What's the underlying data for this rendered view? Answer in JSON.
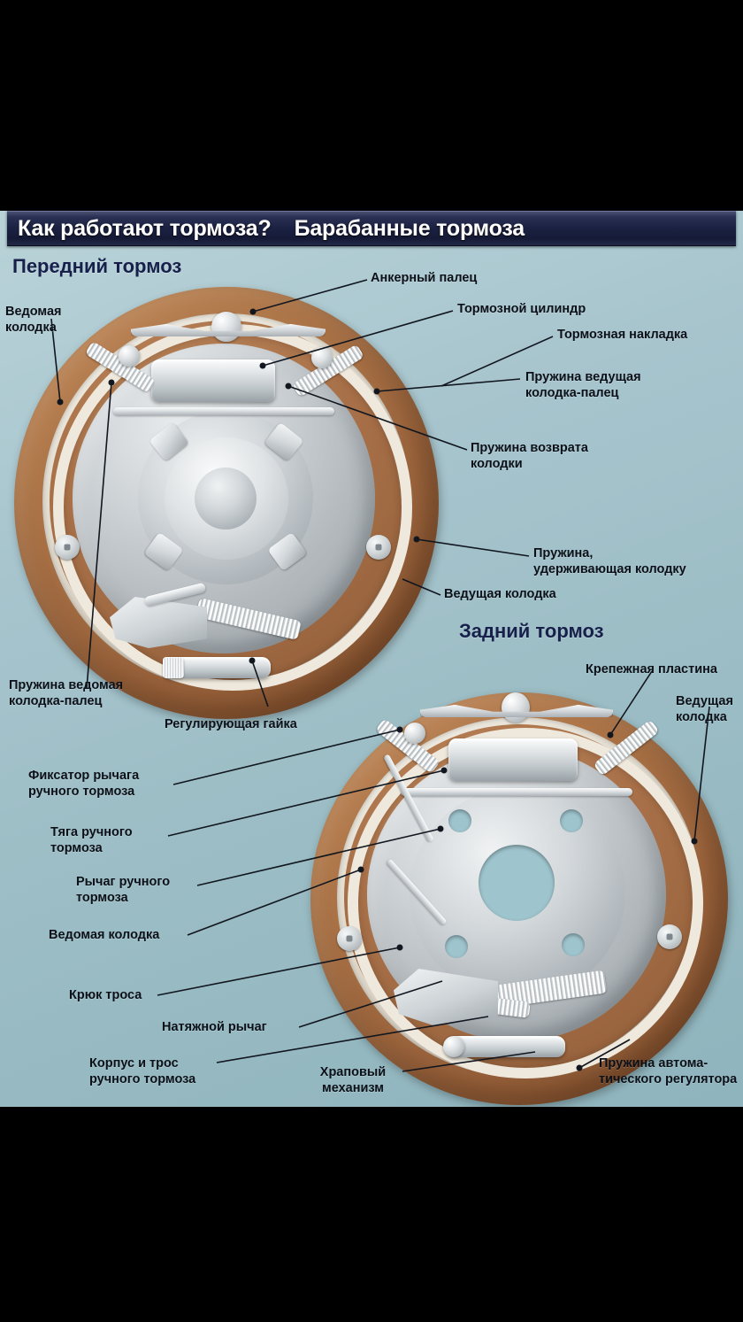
{
  "title_bar": {
    "question": "Как работают тормоза?",
    "subject": "Барабанные тормоза"
  },
  "sections": {
    "front": {
      "heading": "Передний тормоз"
    },
    "rear": {
      "heading": "Задний тормоз"
    }
  },
  "front_labels": [
    {
      "id": "anchor-pin",
      "text": "Анкерный палец"
    },
    {
      "id": "brake-cylinder",
      "text": "Тормозной цилиндр"
    },
    {
      "id": "brake-lining",
      "text": "Тормозная накладка"
    },
    {
      "id": "lead-shoe-spring",
      "text": "Пружина ведущая\nколодка-палец"
    },
    {
      "id": "shoe-return-spring",
      "text": "Пружина возврата\nколодки"
    },
    {
      "id": "hold-down-spring",
      "text": "Пружина,\nудерживающая колодку"
    },
    {
      "id": "leading-shoe",
      "text": "Ведущая колодка"
    },
    {
      "id": "trailing-shoe",
      "text": "Ведомая\nколодка"
    },
    {
      "id": "trailing-shoe-pin-spring",
      "text": "Пружина ведомая\nколодка-палец"
    },
    {
      "id": "adjuster-nut",
      "text": "Регулирующая гайка"
    }
  ],
  "rear_labels": [
    {
      "id": "mounting-plate",
      "text": "Крепежная пластина"
    },
    {
      "id": "leading-shoe",
      "text": "Ведущая\nколодка"
    },
    {
      "id": "handbrake-lever-retainer",
      "text": "Фиксатор рычага\nручного тормоза"
    },
    {
      "id": "handbrake-rod",
      "text": "Тяга ручного\nтормоза"
    },
    {
      "id": "handbrake-lever",
      "text": "Рычаг ручного\nтормоза"
    },
    {
      "id": "trailing-shoe",
      "text": "Ведомая колодка"
    },
    {
      "id": "cable-hook",
      "text": "Крюк троса"
    },
    {
      "id": "tension-lever",
      "text": "Натяжной рычаг"
    },
    {
      "id": "handbrake-housing-cable",
      "text": "Корпус и трос\nручного тормоза"
    },
    {
      "id": "ratchet-mechanism",
      "text": "Храповый\nмеханизм"
    },
    {
      "id": "auto-adjuster-spring",
      "text": "Пружина автома-\nтического регулятора"
    }
  ],
  "colors": {
    "letterbox": "#000000",
    "title_bar_dark": "#1b2142",
    "title_text": "#ffffff",
    "background_top": "#b9d3d8",
    "background_bottom": "#8fb4bd",
    "heading": "#17204a",
    "label": "#0c1018",
    "drum_brown": "#ad7548",
    "metal_light": "#e2e6e8",
    "leader_line": "#11161f"
  }
}
